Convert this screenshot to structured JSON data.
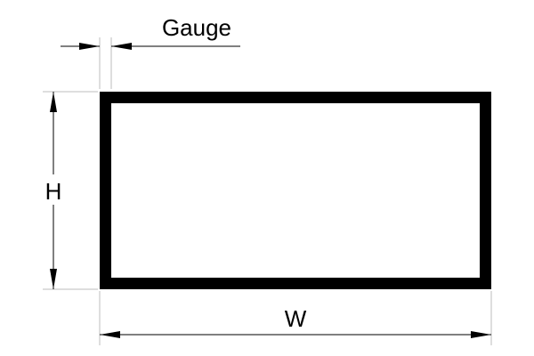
{
  "labels": {
    "gauge": "Gauge",
    "height": "H",
    "width": "W"
  }
}
